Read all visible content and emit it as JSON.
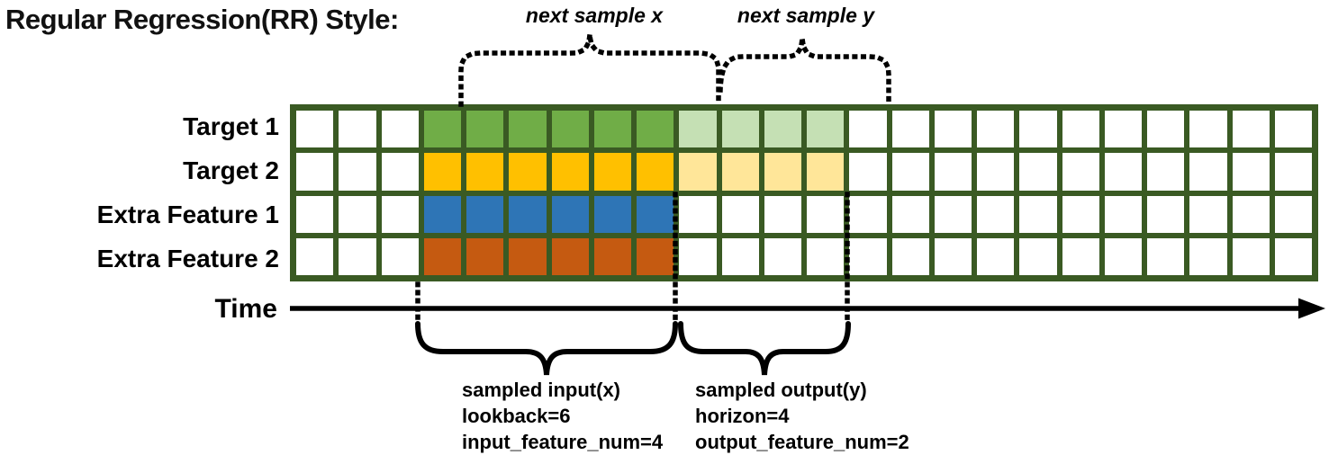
{
  "title": "Regular Regression(RR) Style:",
  "top_annotations": {
    "next_sample_x": "next sample x",
    "next_sample_y": "next sample y"
  },
  "axis": {
    "time_label": "Time"
  },
  "grid": {
    "columns": 24,
    "input_start_col": 3,
    "lookback": 6,
    "horizon": 4,
    "border_color": "#3A5A23",
    "cell_bg": "#FFFFFF",
    "rows": [
      {
        "label": "Target 1",
        "solid": "#70AD47",
        "light": "#C5E0B4"
      },
      {
        "label": "Target 2",
        "solid": "#FFC000",
        "light": "#FFE699"
      },
      {
        "label": "Extra Feature 1",
        "solid": "#2E75B6",
        "light": null
      },
      {
        "label": "Extra Feature 2",
        "solid": "#C55A11",
        "light": null
      }
    ]
  },
  "bottom_annotations": {
    "input": {
      "lines": [
        "sampled input(x)",
        "lookback=6",
        "input_feature_num=4"
      ]
    },
    "output": {
      "lines": [
        "sampled output(y)",
        "horizon=4",
        "output_feature_num=2"
      ]
    }
  }
}
